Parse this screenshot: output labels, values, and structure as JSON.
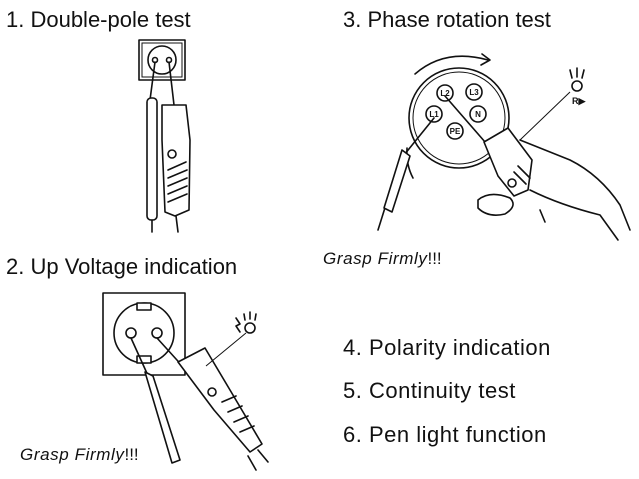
{
  "sections": {
    "double_pole": {
      "title": "1. Double-pole test"
    },
    "phase_rotation": {
      "title": "3. Phase rotation test"
    },
    "up_voltage": {
      "title": "2. Up Voltage indication"
    }
  },
  "phase_socket": {
    "pins": [
      "L1",
      "L2",
      "L3",
      "N",
      "PE"
    ],
    "indicator_label": "R▶"
  },
  "grasp": {
    "emph": "Grasp Firmly",
    "suffix": "!!!"
  },
  "list": [
    "4. Polarity indication",
    "5. Continuity test",
    "6. Pen light function"
  ],
  "colors": {
    "ink": "#111111",
    "background": "#ffffff"
  }
}
